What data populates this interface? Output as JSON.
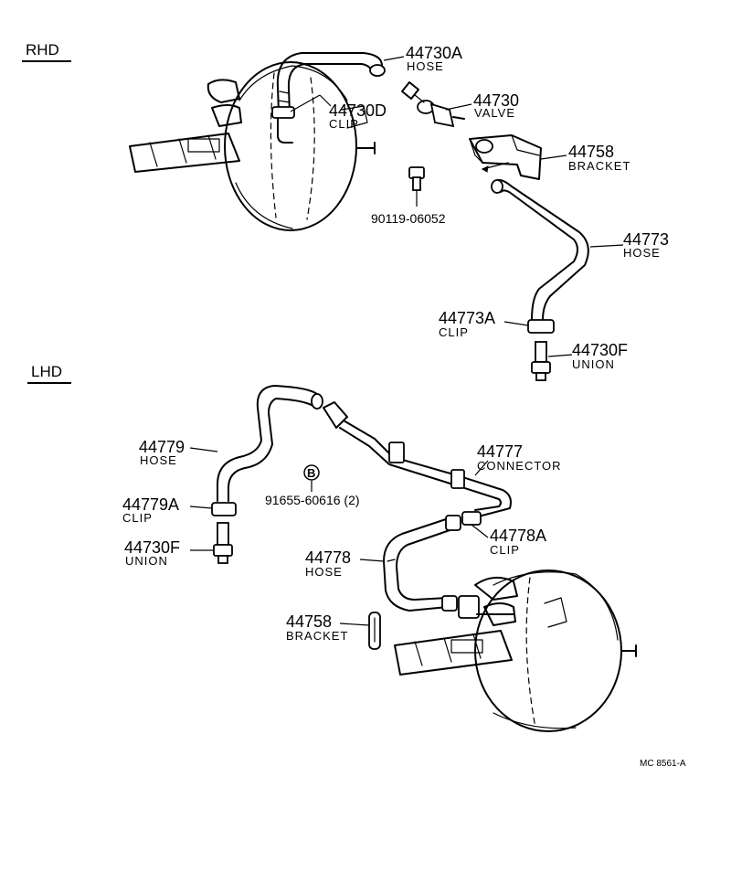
{
  "sections": {
    "rhd": "RHD",
    "lhd": "LHD"
  },
  "parts": [
    {
      "id": "rhd-44730a",
      "number": "44730A",
      "name": "HOSE"
    },
    {
      "id": "rhd-44730d",
      "number": "44730D",
      "name": "CLIP"
    },
    {
      "id": "rhd-44730",
      "number": "44730",
      "name": "VALVE"
    },
    {
      "id": "rhd-44758",
      "number": "44758",
      "name": "BRACKET"
    },
    {
      "id": "rhd-90119",
      "number": "90119-06052",
      "name": ""
    },
    {
      "id": "rhd-44773",
      "number": "44773",
      "name": "HOSE"
    },
    {
      "id": "rhd-44773a",
      "number": "44773A",
      "name": "CLIP"
    },
    {
      "id": "rhd-44730f",
      "number": "44730F",
      "name": "UNION"
    },
    {
      "id": "lhd-44779",
      "number": "44779",
      "name": "HOSE"
    },
    {
      "id": "lhd-91655",
      "number": "91655-60616 (2)",
      "name": ""
    },
    {
      "id": "lhd-44777",
      "number": "44777",
      "name": "CONNECTOR"
    },
    {
      "id": "lhd-44779a",
      "number": "44779A",
      "name": "CLIP"
    },
    {
      "id": "lhd-44778a",
      "number": "44778A",
      "name": "CLIP"
    },
    {
      "id": "lhd-44730f",
      "number": "44730F",
      "name": "UNION"
    },
    {
      "id": "lhd-44778",
      "number": "44778",
      "name": "HOSE"
    },
    {
      "id": "lhd-44758",
      "number": "44758",
      "name": "BRACKET"
    }
  ],
  "symbol_b": "B",
  "figure_ref": "MC 8561-A"
}
